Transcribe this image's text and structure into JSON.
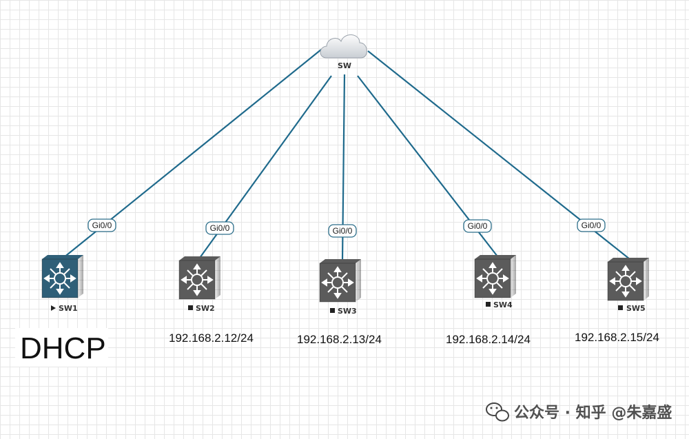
{
  "cloud": {
    "label": "SW"
  },
  "devices": [
    {
      "id": "sw1",
      "label": "SW1",
      "status": "running",
      "color": "#2f5f78",
      "port": "Gi0/0",
      "ip": ""
    },
    {
      "id": "sw2",
      "label": "SW2",
      "status": "stopped",
      "color": "#5b5b5b",
      "port": "Gi0/0",
      "ip": "192.168.2.12/24"
    },
    {
      "id": "sw3",
      "label": "SW3",
      "status": "stopped",
      "color": "#5b5b5b",
      "port": "Gi0/0",
      "ip": "192.168.2.13/24"
    },
    {
      "id": "sw4",
      "label": "SW4",
      "status": "stopped",
      "color": "#5b5b5b",
      "port": "Gi0/0",
      "ip": "192.168.2.14/24"
    },
    {
      "id": "sw5",
      "label": "SW5",
      "status": "stopped",
      "color": "#5b5b5b",
      "port": "Gi0/0",
      "ip": "192.168.2.15/24"
    }
  ],
  "dhcp_label": "DHCP",
  "watermark": {
    "text": "公众号 · 知乎 @朱嘉盛",
    "icon": "wechat-icon"
  }
}
